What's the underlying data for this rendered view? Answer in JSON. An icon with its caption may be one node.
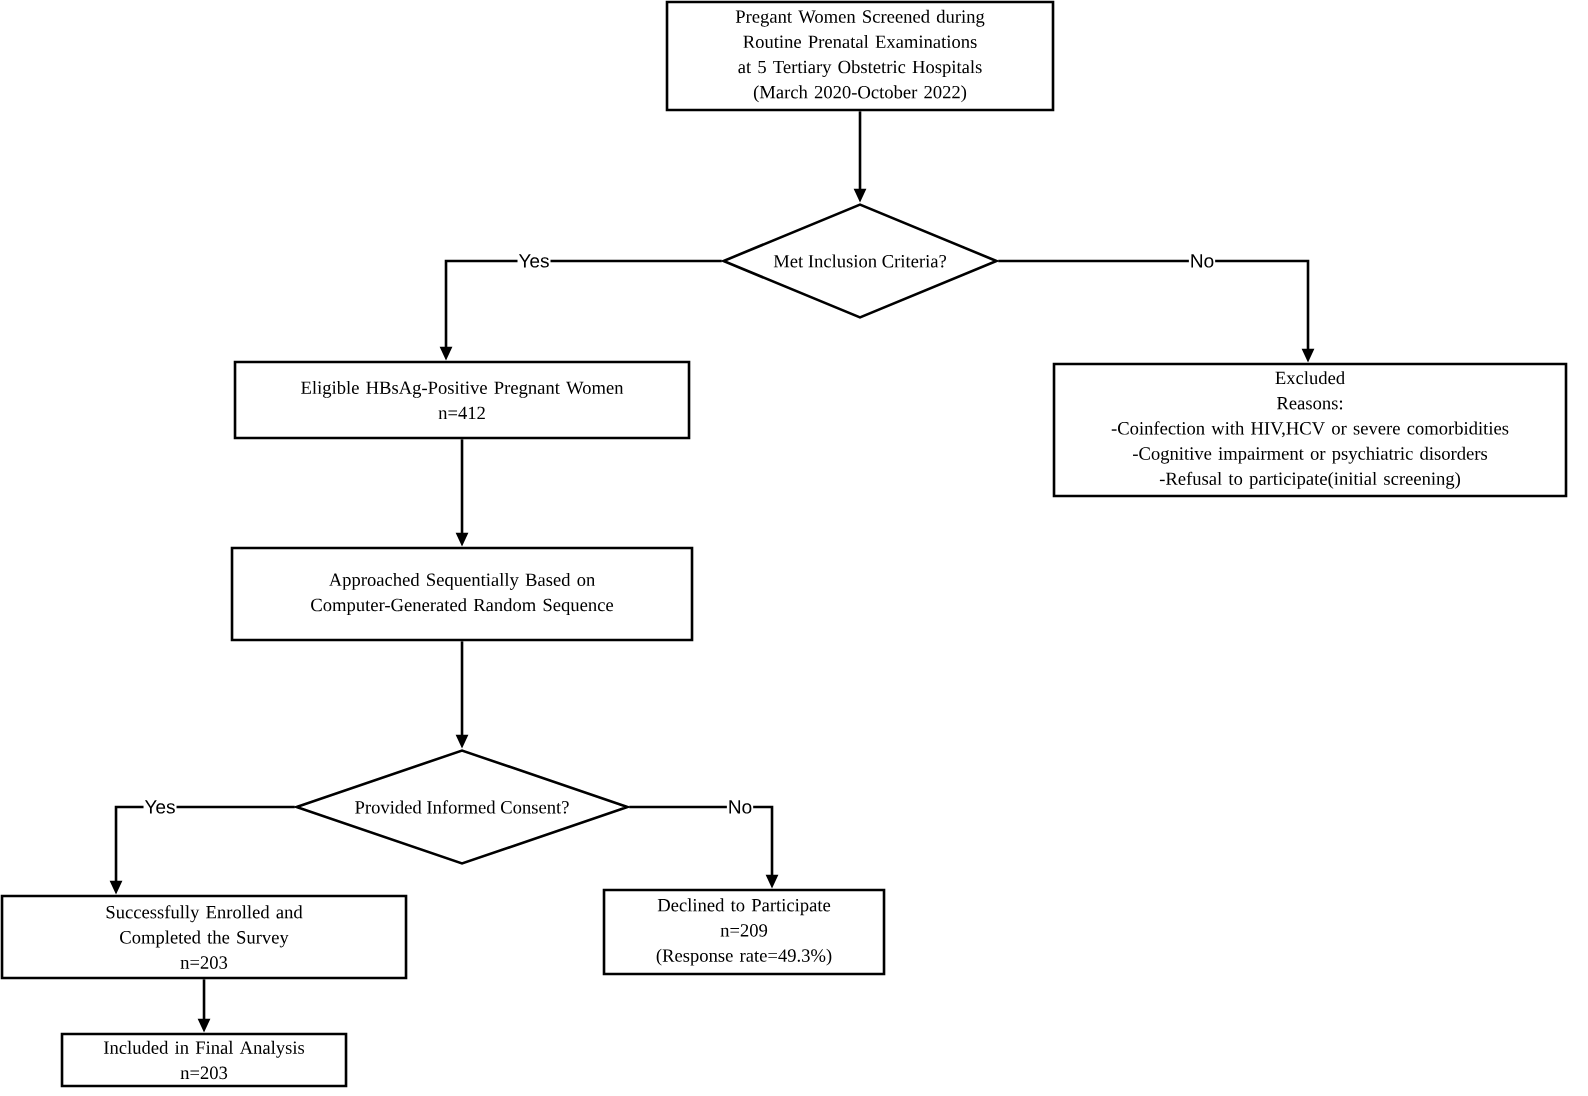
{
  "diagram": {
    "nodes": [
      {
        "text": [
          "Pregant Women Screened during Routine Prenatal Examinations at 5 Tertiary Obstetric Hospitals",
          "(March 2020-October 2022)"
        ]
      },
      {
        "text": [
          "Met Inclusion Criteria?"
        ]
      },
      {
        "text": [
          "Eligible HBsAg-Positive Pregnant Women",
          "n=412"
        ]
      },
      {
        "text": [
          "Excluded",
          "Reasons:",
          "-Coinfection with HIV,HCV or severe comorbidities",
          "-Cognitive impairment or psychiatric disorders",
          "-Refusal to participate(initial screening)"
        ]
      },
      {
        "text": [
          "Approached Sequentially Based on Computer-Generated Random Sequence"
        ]
      },
      {
        "text": [
          "Provided Informed Consent?"
        ]
      },
      {
        "text": [
          "Successfully Enrolled and Completed the Survey",
          "n=203"
        ]
      },
      {
        "text": [
          "Declined to Participate",
          "n=209",
          "(Response rate=49.3%)"
        ]
      },
      {
        "text": [
          "Included in Final Analysis",
          "n=203"
        ]
      }
    ],
    "edges": [
      {
        "from": 0,
        "to": 1,
        "arrow": "to"
      },
      {
        "from": 1,
        "to": 2,
        "arrow": "to",
        "label": "Yes"
      },
      {
        "from": 1,
        "to": 3,
        "arrow": "to",
        "label": "No"
      },
      {
        "from": 2,
        "to": 4,
        "arrow": "to"
      },
      {
        "from": 4,
        "to": 5,
        "arrow": "to"
      },
      {
        "from": 5,
        "to": 6,
        "arrow": "to",
        "label": "Yes"
      },
      {
        "from": 5,
        "to": 7,
        "arrow": "to",
        "label": "No"
      },
      {
        "from": 6,
        "to": 8,
        "arrow": "to"
      }
    ]
  }
}
